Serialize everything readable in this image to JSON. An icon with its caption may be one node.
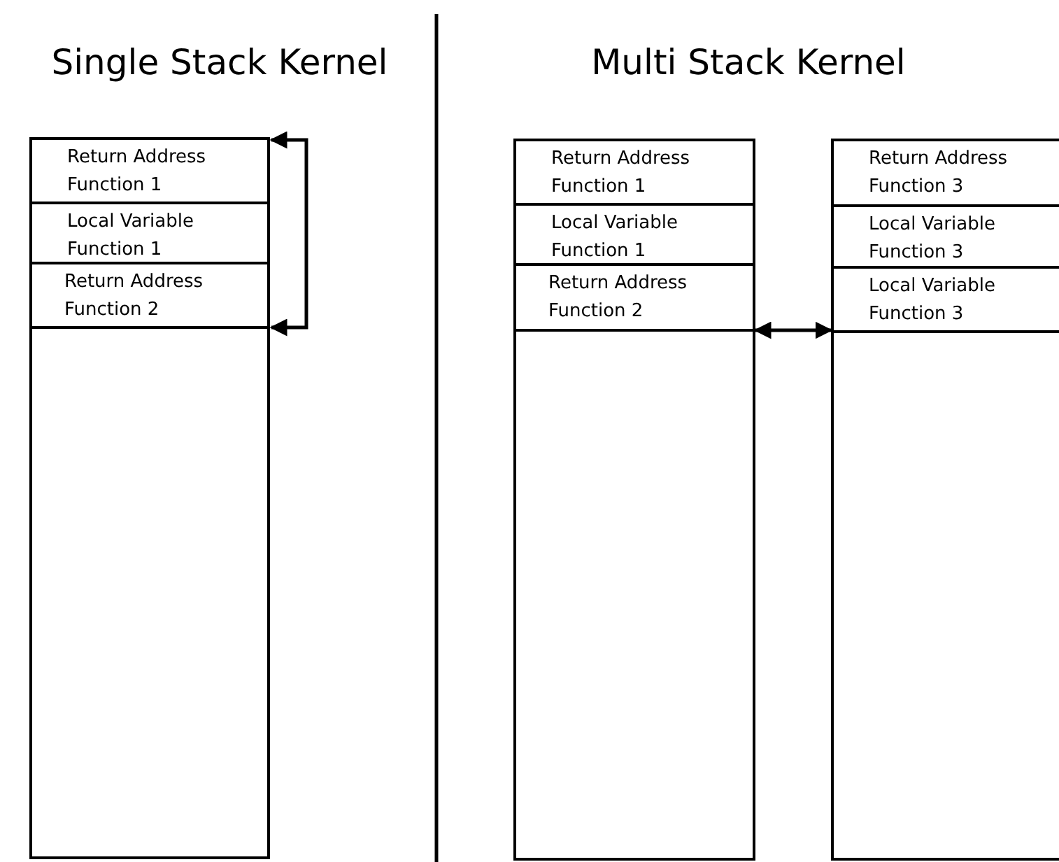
{
  "diagram": {
    "nodes": [
      {
        "text": [],
        "shape": "box"
      },
      {
        "text": [
          "Return Address Function 1"
        ],
        "in": 0
      },
      {
        "text": [
          "Local Variable Function 1"
        ],
        "in": 0
      },
      {
        "text": [
          "Return Address Function 2"
        ],
        "in": 0
      },
      {
        "text": [],
        "shape": "box"
      },
      {
        "text": [
          "Return Address Function 1"
        ],
        "in": 4
      },
      {
        "text": [
          "Local Variable Function 1"
        ],
        "in": 4
      },
      {
        "text": [
          "Return Address Function 2"
        ],
        "in": 4
      },
      {
        "text": [],
        "shape": "box"
      },
      {
        "text": [
          "Return Address Function 3"
        ],
        "in": 8
      },
      {
        "text": [
          "Local Variable Function 3"
        ],
        "in": 8
      },
      {
        "text": [
          "Local Variable Function 3"
        ],
        "in": 8
      }
    ],
    "edges": [
      {
        "from": 3,
        "to": 1,
        "arrow": "both"
      },
      {
        "from": 7,
        "to": 11,
        "arrow": "both"
      }
    ],
    "labels": [
      "Single Stack Kernel",
      "Multi Stack Kernel"
    ]
  }
}
